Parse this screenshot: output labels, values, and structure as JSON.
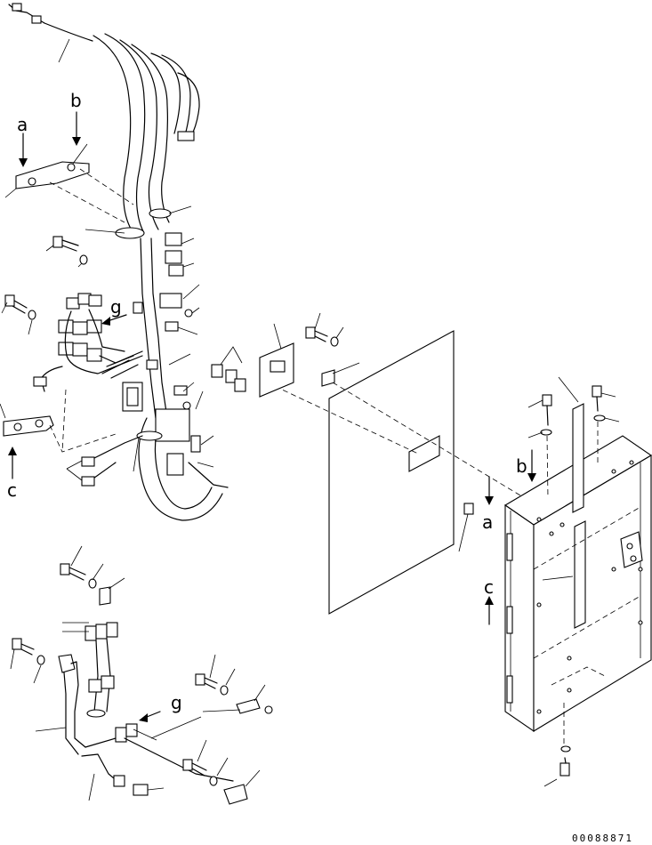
{
  "view_labels": {
    "a_top": "a",
    "b_top": "b",
    "c_left": "c",
    "g_upper": "g",
    "g_lower": "g",
    "b_right": "b",
    "a_right": "a",
    "c_right": "c"
  },
  "drawing_code": "00088871"
}
